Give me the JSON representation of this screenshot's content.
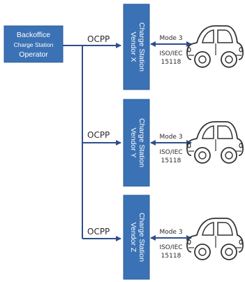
{
  "backoffice": {
    "line1": "Backoffice",
    "line2": "Charge Station",
    "line3": "Operator"
  },
  "stations": [
    {
      "title1": "Charge Station",
      "title2": "Vendor X",
      "protocol": "OCPP",
      "mode": "Mode 3",
      "standard1": "ISO/IEC",
      "standard2": "15118",
      "car_icon": "car-icon"
    },
    {
      "title1": "Charge Station",
      "title2": "Vendor Y",
      "protocol": "OCPP",
      "mode": "Mode 3",
      "standard1": "ISO/IEC",
      "standard2": "15118",
      "car_icon": "car-icon"
    },
    {
      "title1": "Charge Station",
      "title2": "Vendor Z",
      "protocol": "OCPP",
      "mode": "Mode 3",
      "standard1": "ISO/IEC",
      "standard2": "15118",
      "car_icon": "car-icon"
    }
  ],
  "colors": {
    "box_fill": "#3b72b5",
    "box_stroke": "#2e5d96",
    "line": "#2d4f8a",
    "car_stroke": "#333333",
    "text": "#2a2a2a"
  }
}
